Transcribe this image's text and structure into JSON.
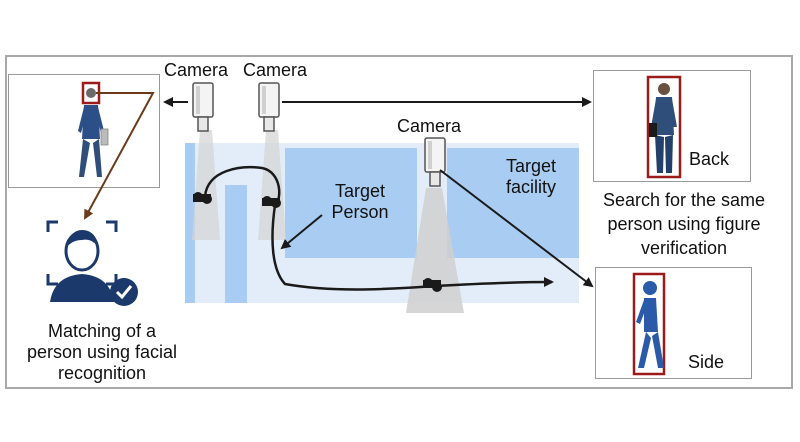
{
  "cameras": [
    {
      "label": "Camera"
    },
    {
      "label": "Camera"
    },
    {
      "label": "Camera"
    }
  ],
  "facility": {
    "target_person": [
      "Target",
      "Person"
    ],
    "target_facility": [
      "Target",
      "facility"
    ]
  },
  "panels": {
    "back_label": "Back",
    "side_label": "Side"
  },
  "figure_verification": [
    "Search for the same",
    "person using figure",
    "verification"
  ],
  "facial_recognition": [
    "Matching of a",
    "person using facial",
    "recognition"
  ],
  "colors": {
    "facility_bg": "#e3edf9",
    "facility_block": "#a9ccf2",
    "box_red": "#9b1b1b",
    "icon_navy": "#1b3a6b",
    "person_blue": "#2b5aa8",
    "arrow_dark": "#1a1a1a",
    "arrow_brown": "#6b3a1a"
  }
}
